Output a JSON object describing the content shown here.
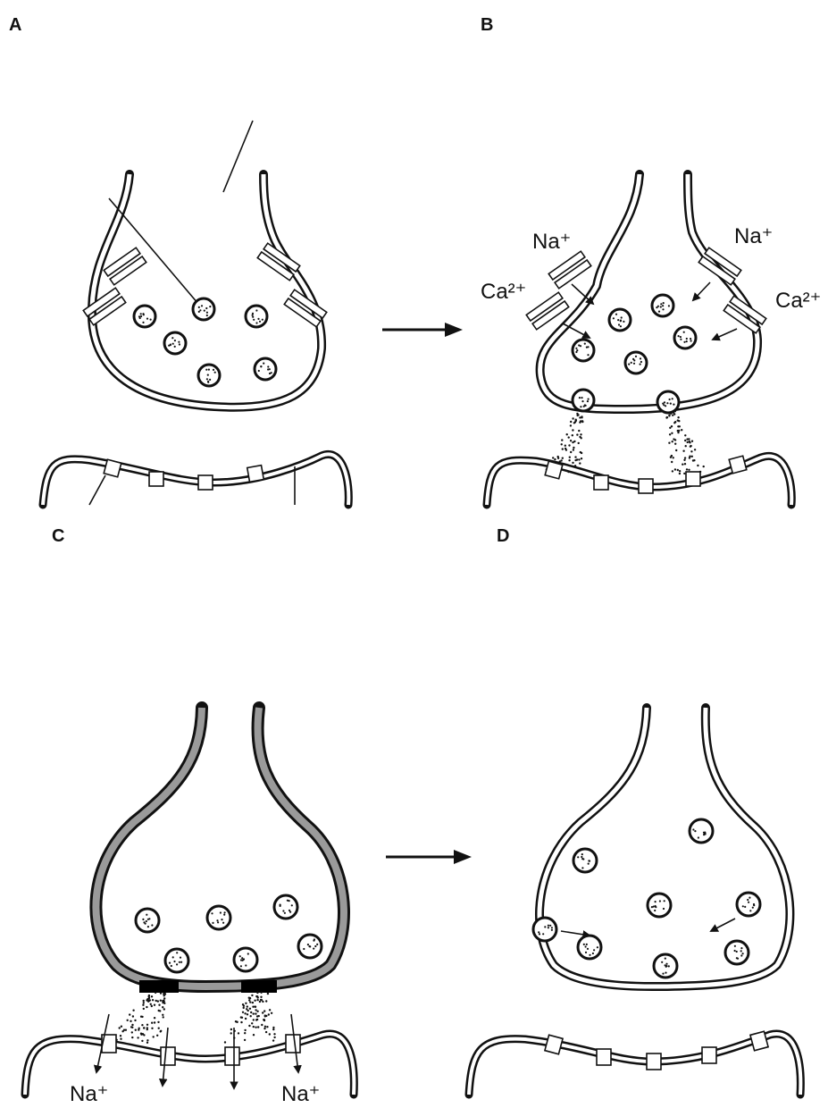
{
  "panels": [
    {
      "letter": "A"
    },
    {
      "letter": "B",
      "ion_labels": [
        "Na⁺",
        "Na⁺",
        "Ca²⁺",
        "Ca²⁺"
      ]
    },
    {
      "letter": "C",
      "ion_labels": [
        "Na⁺",
        "Na⁺"
      ]
    },
    {
      "letter": "D"
    }
  ],
  "colors": {
    "ink": "#111111",
    "membrane_shading": "#9a9a9a",
    "active_zone": "#000000"
  },
  "icons": [
    "synaptic-vesicle-icon",
    "ion-channel-icon",
    "receptor-icon",
    "neurotransmitter-cloud-icon",
    "process-arrow-icon"
  ]
}
